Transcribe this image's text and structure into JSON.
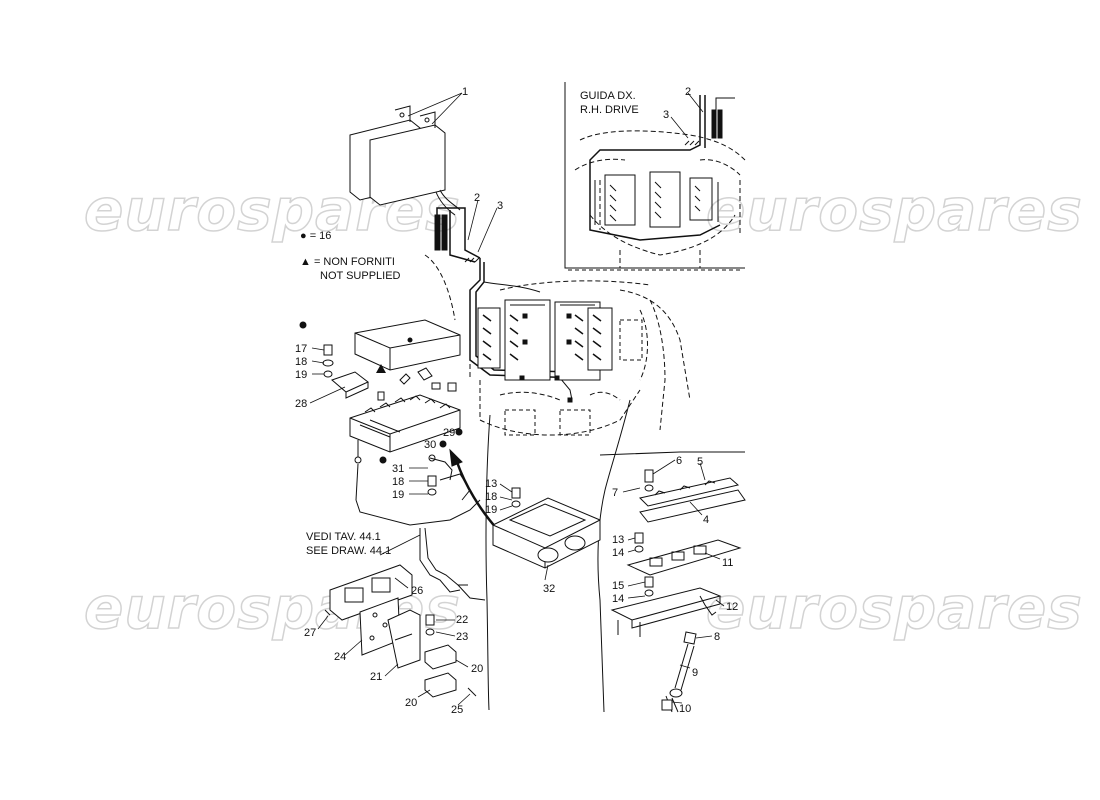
{
  "watermark": {
    "text": "eurospares"
  },
  "notes": {
    "dot_legend": "● = 16",
    "triangle_legend_line1": "▲ = NON FORNITI",
    "triangle_legend_line2": "NOT SUPPLIED",
    "inset_line1": "GUIDA DX.",
    "inset_line2": "R.H. DRIVE",
    "vedi_line1": "VEDI TAV. 44.1",
    "vedi_line2": "SEE DRAW. 44.1"
  },
  "symbols": {
    "dot": "●",
    "triangle": "▲"
  },
  "callouts": {
    "c1": "1",
    "c2": "2",
    "c3": "3",
    "c2i": "2",
    "c3i": "3",
    "c17": "17",
    "c18a": "18",
    "c19a": "19",
    "c28": "28",
    "c29": "29",
    "c30": "30",
    "c31": "31",
    "c18b": "18",
    "c19b": "19",
    "c13a": "13",
    "c18c": "18",
    "c19c": "19",
    "c32": "32",
    "c6": "6",
    "c5": "5",
    "c7": "7",
    "c4": "4",
    "c13b": "13",
    "c14a": "14",
    "c11": "11",
    "c15": "15",
    "c14b": "14",
    "c12": "12",
    "c8": "8",
    "c9": "9",
    "c10": "10",
    "c26": "26",
    "c27": "27",
    "c24": "24",
    "c22": "22",
    "c23": "23",
    "c20a": "20",
    "c21": "21",
    "c20b": "20",
    "c25": "25"
  }
}
